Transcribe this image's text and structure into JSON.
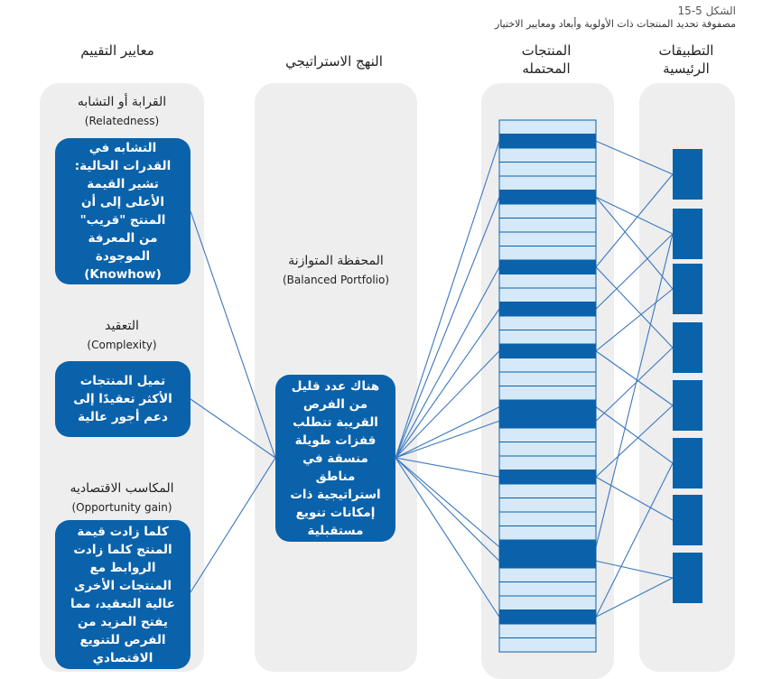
{
  "figure": {
    "number": "الشكل 5-15",
    "title": "مصفوفة تحديد المنتجات ذات الأولوية وأبعاد ومعايير الاختيار"
  },
  "columns": {
    "criteria": "معايير التقييم",
    "approach": "النهج الاستراتيجي",
    "products": "المنتجات المحتمله",
    "applications": "التطبيقات الرئيسية"
  },
  "criteria": [
    {
      "title": "القرابة أو التشابه",
      "subtitle": "(Relatedness)",
      "lines": [
        "التشابه في",
        "القدرات الحالية:",
        "تشير القيمة",
        "الأعلى إلى أن",
        "المنتج \"قريب\"",
        "من المعرفة",
        "الموجودة",
        "(Knowhow)"
      ]
    },
    {
      "title": "التعقيد",
      "subtitle": "(Complexity)",
      "lines": [
        "تميل المنتجات",
        "الأكثر تعقيدًا إلى",
        "دعم أجور عالية"
      ]
    },
    {
      "title": "المكاسب الاقتصاديه",
      "subtitle": "(Opportunity gain)",
      "lines": [
        "كلما زادت قيمة",
        "المنتج كلما زادت",
        "الروابط مع",
        "المنتجات الأخرى",
        "عالية التعقيد، مما",
        "يفتح المزيد من",
        "الفرص للتنويع",
        "الاقتصادي"
      ]
    }
  ],
  "approach": {
    "title": "المحفظة المتوازنة",
    "subtitle": "(Balanced Portfolio)",
    "lines": [
      "هناك عدد قليل",
      "من الفرص",
      "القريبة تتطلب",
      "قفزات طويلة",
      "منسقة في",
      "مناطق",
      "استراتيجية ذات",
      "إمكانات تنويع",
      "مستقبلية"
    ]
  },
  "colors": {
    "panel": "#eeeeee",
    "blue": "#0a62ab",
    "light_blue": "#d6e9f8",
    "line": "#3a78bf"
  }
}
